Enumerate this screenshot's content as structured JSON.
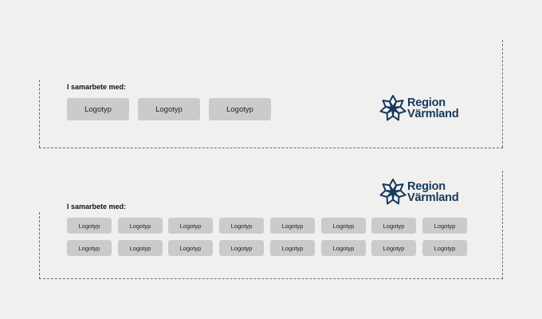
{
  "colors": {
    "background": "#f0f0ef",
    "guide_line": "#6b6b6b",
    "placeholder_fill": "#cbcbcb",
    "brand_navy": "#16395c"
  },
  "brand": {
    "line1": "Region",
    "line2": "Värmland",
    "mark_icon": "region-varmland-flower-icon"
  },
  "layout_a": {
    "label": "I samarbete med:",
    "logos": [
      "Logotyp",
      "Logotyp",
      "Logotyp"
    ]
  },
  "layout_b": {
    "label": "I samarbete med:",
    "logo_rows": [
      [
        "Logotyp",
        "Logotyp",
        "Logotyp",
        "Logotyp",
        "Logotyp",
        "Logotyp",
        "Logotyp",
        "Logotyp"
      ],
      [
        "Logotyp",
        "Logotyp",
        "Logotyp",
        "Logotyp",
        "Logotyp",
        "Logotyp",
        "Logotyp",
        "Logotyp"
      ]
    ]
  }
}
